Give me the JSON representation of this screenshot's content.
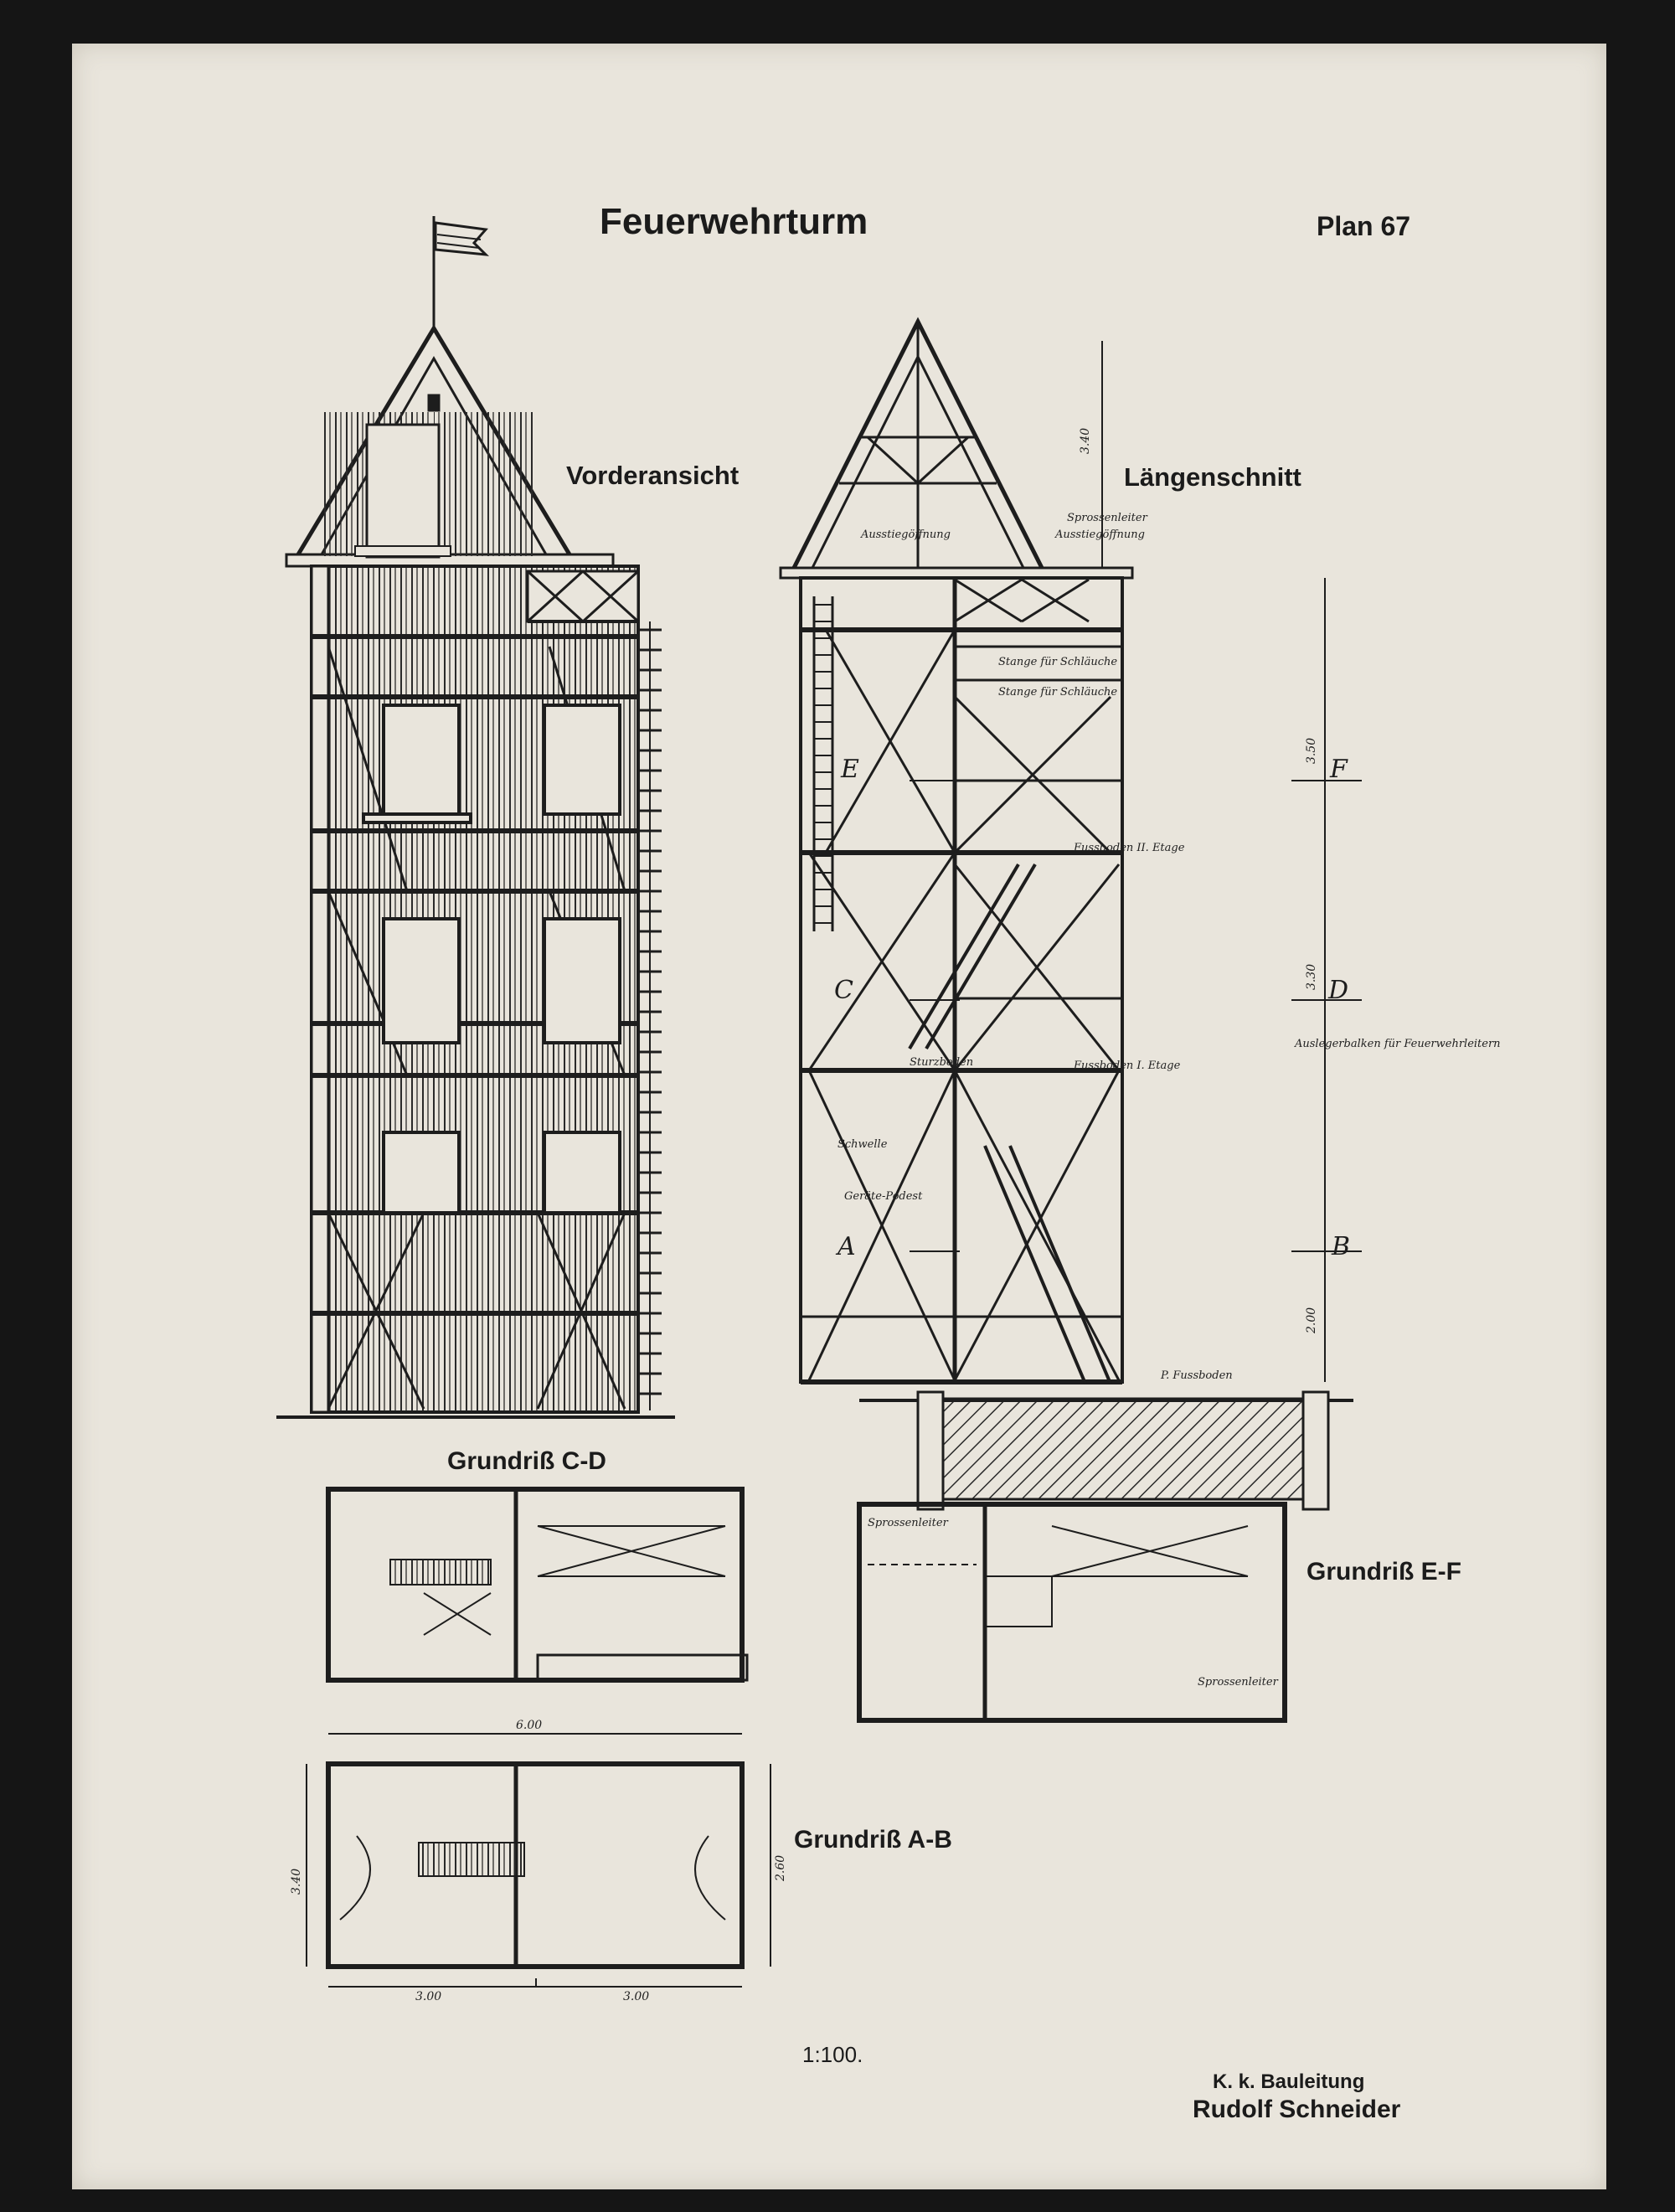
{
  "sheet": {
    "title": "Feuerwehrturm",
    "plan_number": "Plan 67",
    "scale": "1:100.",
    "credit_line1": "K. k. Bauleitung",
    "credit_line2": "Rudolf Schneider"
  },
  "views": {
    "front_elevation": "Vorderansicht",
    "longitudinal_section": "Längenschnitt",
    "plan_cd": "Grundriß C-D",
    "plan_ef": "Grundriß E-F",
    "plan_ab": "Grundriß A-B"
  },
  "section_markers": [
    "E",
    "F",
    "C",
    "D",
    "A",
    "B"
  ],
  "section_annotations": {
    "hatch_left": "Ausstiegöffnung",
    "ladder_top": "Sprossenleiter",
    "hatch_right": "Ausstiegöffnung",
    "hose_pole_1": "Stange für Schläuche",
    "hose_pole_2": "Stange für Schläuche",
    "floor_2": "Fussboden II. Etage",
    "floor_1": "Fussboden I. Etage",
    "stair_floor": "Sturzboden",
    "rail": "Schwelle",
    "equipment_platform": "Geräte-Podest",
    "ground_floor": "P. Fussboden",
    "outrigger": "Auslegerbalken für Feuerwehrleitern",
    "plan_ladder_1": "Sprossenleiter",
    "plan_ladder_2": "Sprossenleiter"
  },
  "dimensions": {
    "roof_height": "3.40",
    "upper_height": "3.50",
    "middle_height": "3.30",
    "lower_height": "2.00",
    "width_total": "6.00",
    "width_left": "3.00",
    "width_right": "3.00",
    "depth": "2.60",
    "side_depth": "3.40"
  },
  "colors": {
    "paper": "#e9e5dc",
    "ink": "#1d1d1d",
    "background": "#151515"
  }
}
